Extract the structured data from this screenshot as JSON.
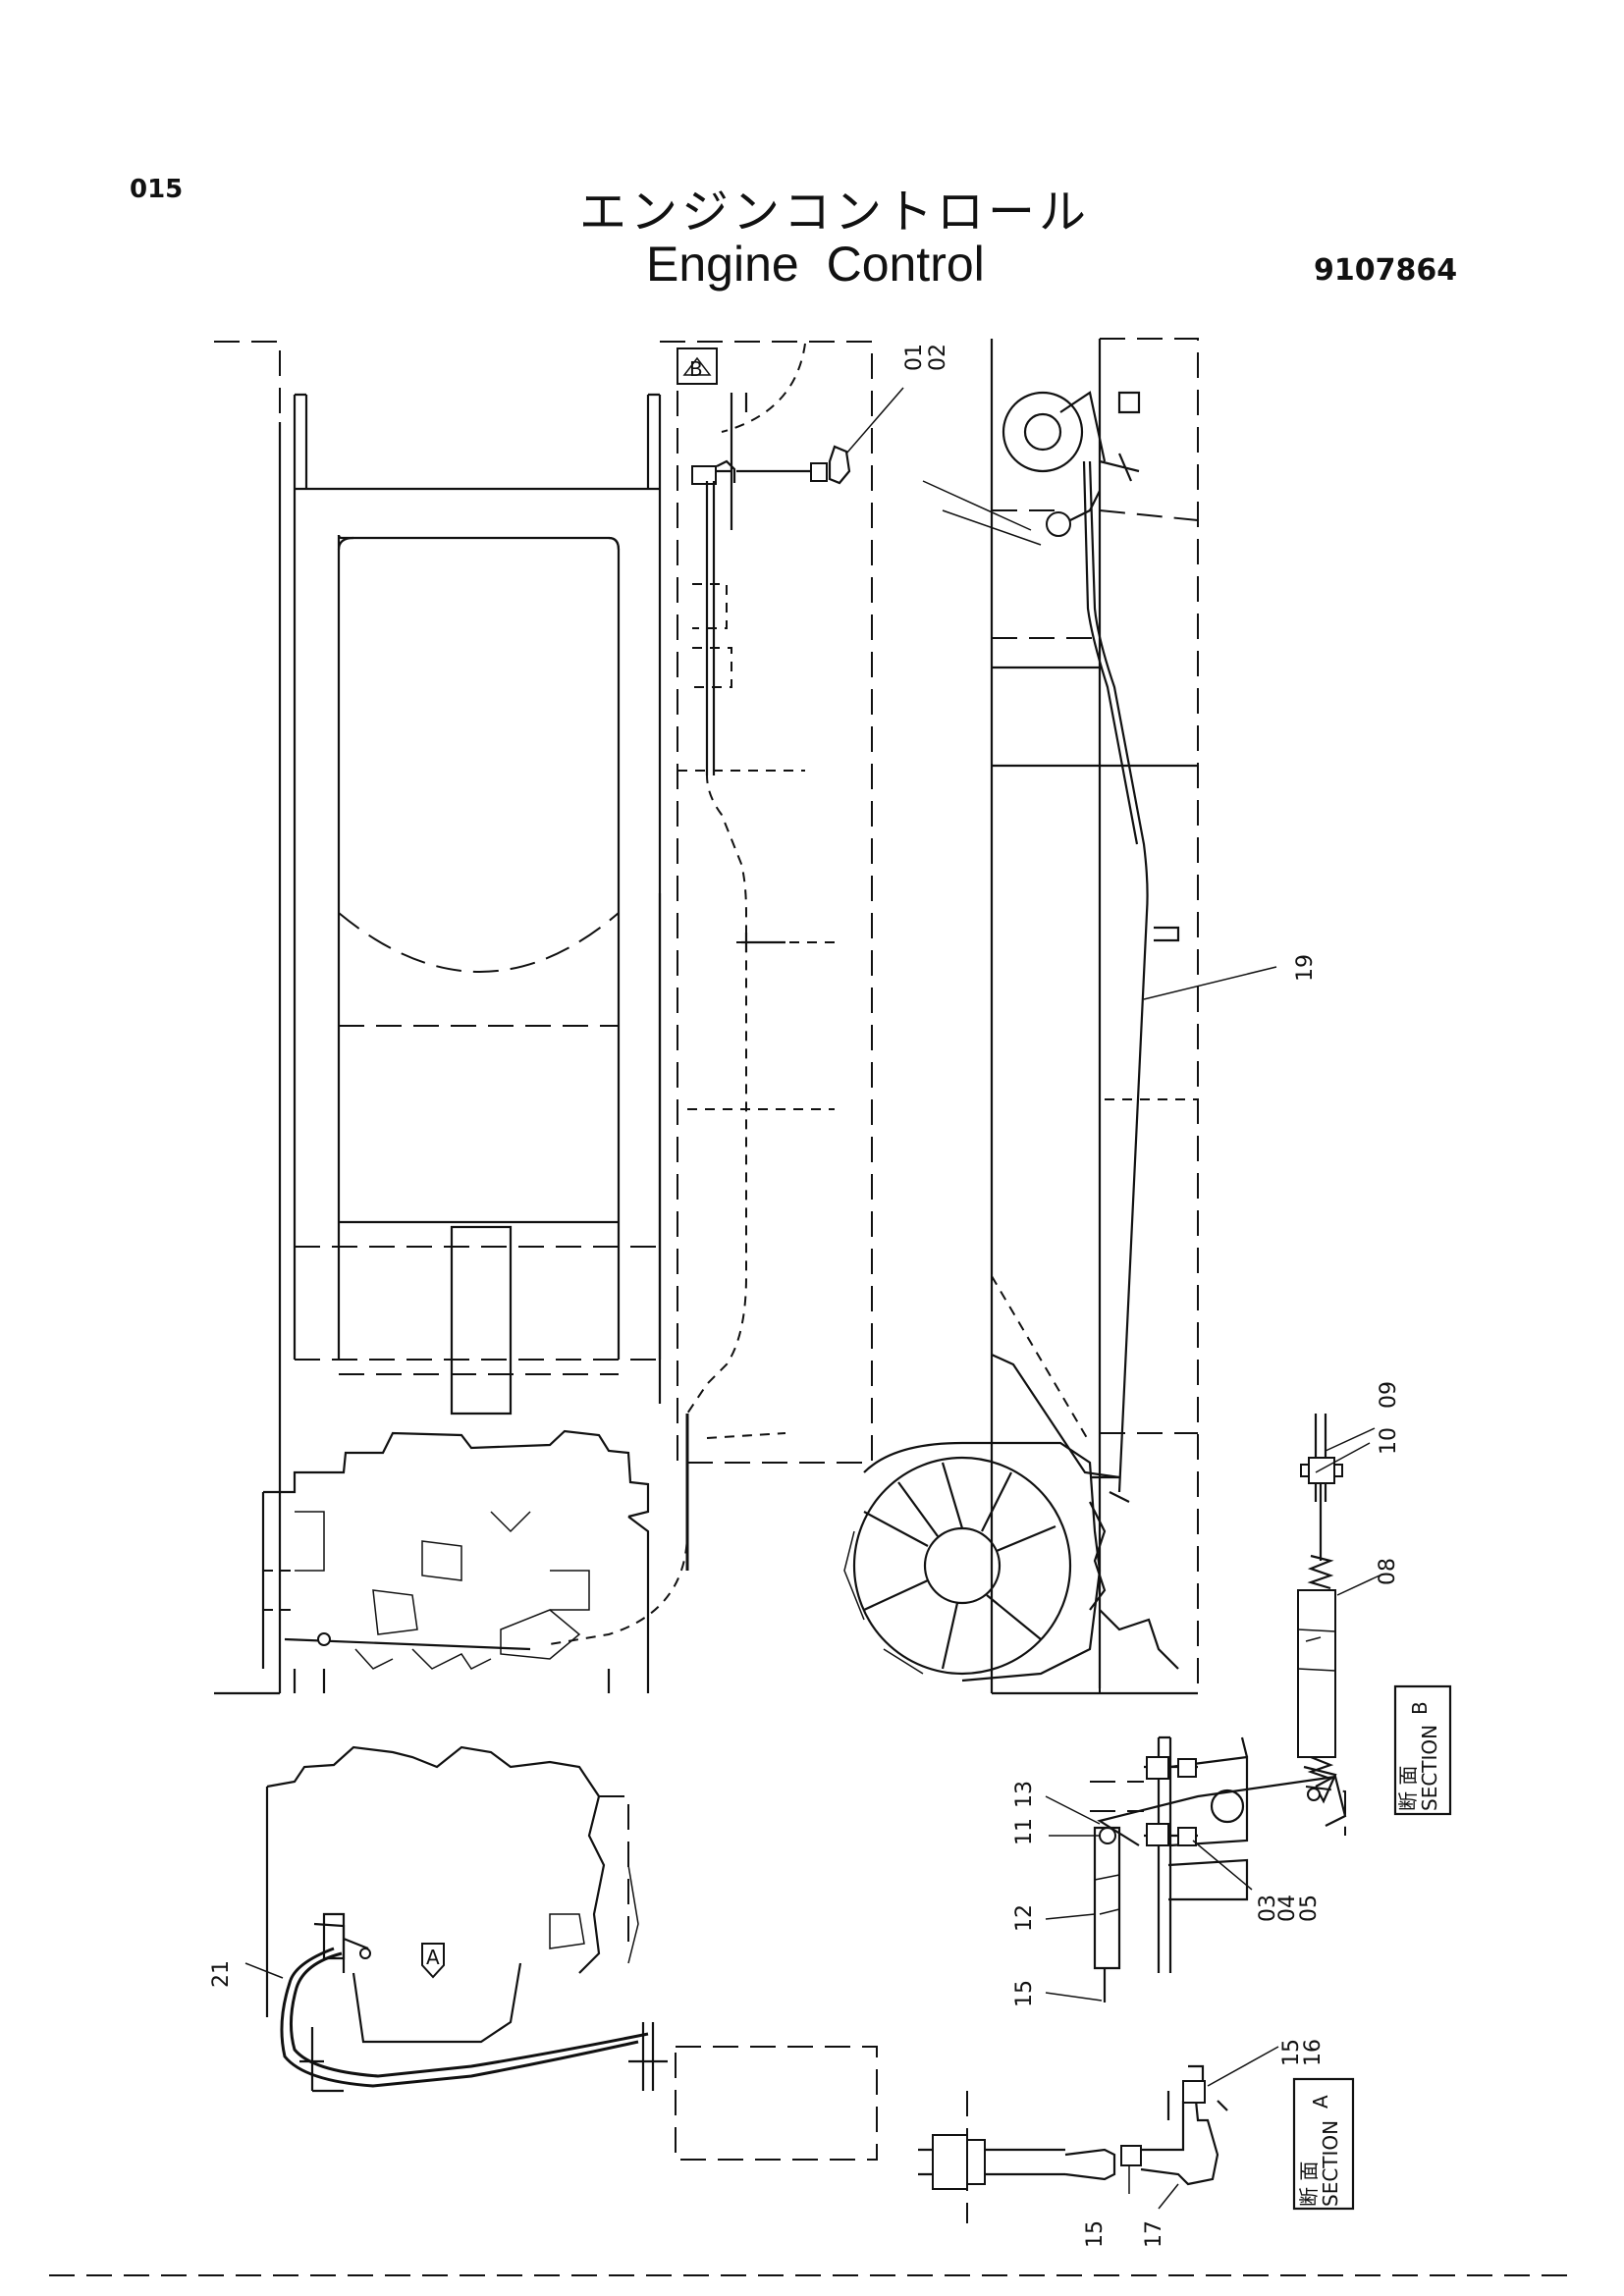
{
  "header": {
    "page_number": "015",
    "title_ja": "エンジンコントロール",
    "title_en": "Engine Control",
    "doc_number": "9107864"
  },
  "callouts": [
    {
      "id": "c01",
      "text": "01"
    },
    {
      "id": "c02",
      "text": "02"
    },
    {
      "id": "c19",
      "text": "19"
    },
    {
      "id": "c09",
      "text": "09"
    },
    {
      "id": "c10",
      "text": "10"
    },
    {
      "id": "c08",
      "text": "08"
    },
    {
      "id": "c13",
      "text": "13"
    },
    {
      "id": "c11",
      "text": "11"
    },
    {
      "id": "c12",
      "text": "12"
    },
    {
      "id": "c15a",
      "text": "15"
    },
    {
      "id": "c03",
      "text": "03"
    },
    {
      "id": "c04",
      "text": "04"
    },
    {
      "id": "c05",
      "text": "05"
    },
    {
      "id": "c21",
      "text": "21"
    },
    {
      "id": "c15b",
      "text": "15"
    },
    {
      "id": "c16",
      "text": "16"
    },
    {
      "id": "c15c",
      "text": "15"
    },
    {
      "id": "c17",
      "text": "17"
    }
  ],
  "view_markers": {
    "b": "B",
    "a": "A"
  },
  "section_boxes": {
    "b": {
      "ja": "断 面",
      "en": "SECTION",
      "letter": "B"
    },
    "a": {
      "ja": "断 面",
      "en": "SECTION",
      "letter": "A"
    }
  }
}
